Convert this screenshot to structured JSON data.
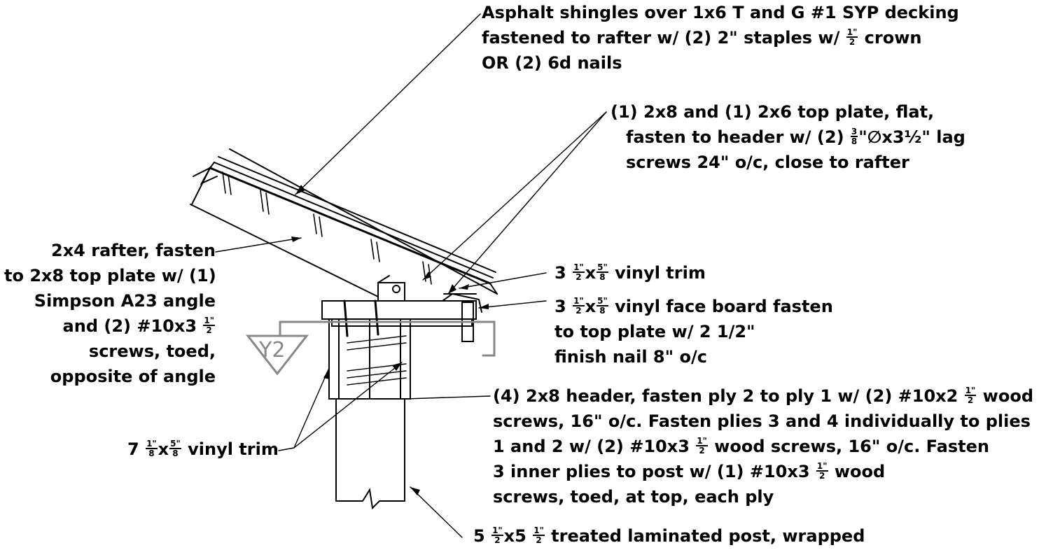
{
  "notes": {
    "shingles": [
      "Asphalt shingles over 1x6 T and G #1 SYP decking",
      "fastened to rafter w/ (2) 2\" staples w/ ",
      " crown",
      "OR (2) 6d nails"
    ],
    "top_plate": [
      "(1) 2x8 and (1) 2x6 top plate, flat,",
      "fasten to header w/ (2) ",
      "\"∅x3½\" lag",
      "screws 24\" o/c, close to rafter"
    ],
    "rafter": [
      "2x4 rafter, fasten",
      "to 2x8 top plate w/ (1)",
      "Simpson A23 angle",
      "and (2) #10x3 ",
      "screws, toed,",
      "opposite of angle"
    ],
    "vinyl_trim": [
      "3 ",
      "x",
      " vinyl trim"
    ],
    "face_board": [
      "3 ",
      "x",
      " vinyl face board fasten",
      "to top plate w/ 2 1/2\"",
      "finish nail 8\" o/c"
    ],
    "vinyl_trim_7": [
      "7 ",
      "x",
      " vinyl trim"
    ],
    "header": [
      "(4) 2x8 header, fasten ply 2 to ply 1 w/ (2) #10x2 ",
      " wood",
      "screws, 16\" o/c.  Fasten plies 3 and 4 individually to plies",
      "1 and 2 w/ (2) #10x3 ",
      " wood screws, 16\" o/c.  Fasten",
      "3 inner plies to post w/ (1) #10x3 ",
      " wood",
      "screws, toed, at top, each ply"
    ],
    "post": [
      "5 ",
      "x5 ",
      " treated laminated post, wrapped"
    ]
  },
  "fractions": {
    "half": [
      "1",
      "2"
    ],
    "half_in": [
      "1\"",
      "2"
    ],
    "five_eighths_in": [
      "5\"",
      "8"
    ],
    "one_eighth_in": [
      "1\"",
      "8"
    ],
    "three_eighths_in": [
      "3",
      "8"
    ]
  },
  "marker": {
    "label": "Y2"
  },
  "colors": {
    "line": "#000000",
    "gray": "#888888"
  }
}
